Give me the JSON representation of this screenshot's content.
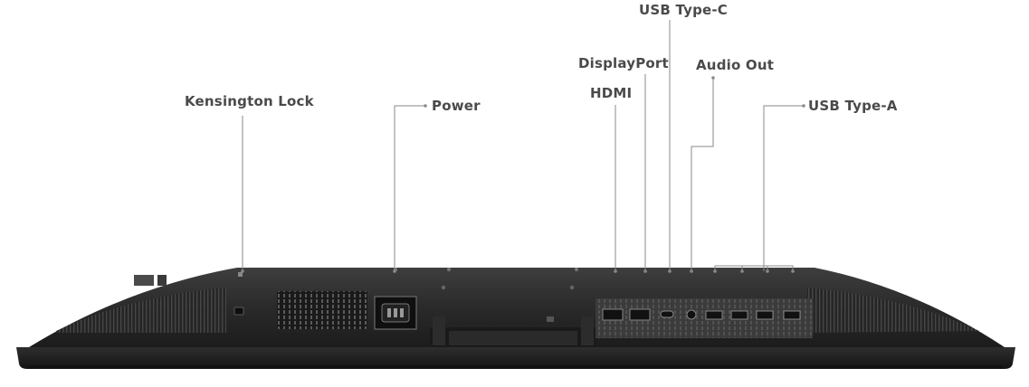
{
  "labels": {
    "kensington": "Kensington Lock",
    "power": "Power",
    "displayport": "DisplayPort",
    "hdmi": "HDMI",
    "usb_c": "USB Type-C",
    "audio_out": "Audio Out",
    "usb_a": "USB Type-A"
  },
  "colors": {
    "label_text": "#4a4a4a",
    "leader_line": "#8a8a8a",
    "chassis_dark": "#222222",
    "chassis_mid": "#3a3a3a",
    "port_panel": "#555555"
  },
  "icons": {
    "kensington": "lock-slot",
    "power": "power-socket",
    "hdmi": "hdmi-port",
    "displayport": "displayport-port",
    "usb_c": "usb-c-port",
    "audio_out": "audio-jack",
    "usb_a": "usb-a-port"
  }
}
